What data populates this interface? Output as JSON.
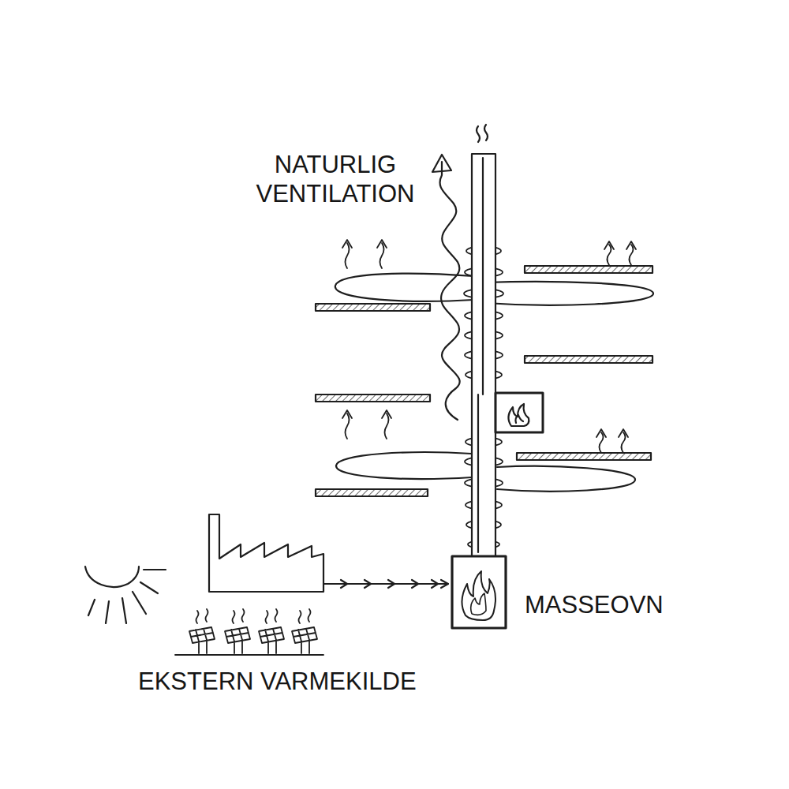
{
  "diagram": {
    "nodes": [
      {
        "text": [
          "EKSTERN VARMEKILDE"
        ]
      },
      {
        "text": [
          "MASSEOVN"
        ]
      }
    ],
    "edges": [
      {
        "from": 0,
        "to": 1,
        "arrow": "to"
      }
    ],
    "labels": [
      "NATURLIG VENTILATION"
    ]
  }
}
